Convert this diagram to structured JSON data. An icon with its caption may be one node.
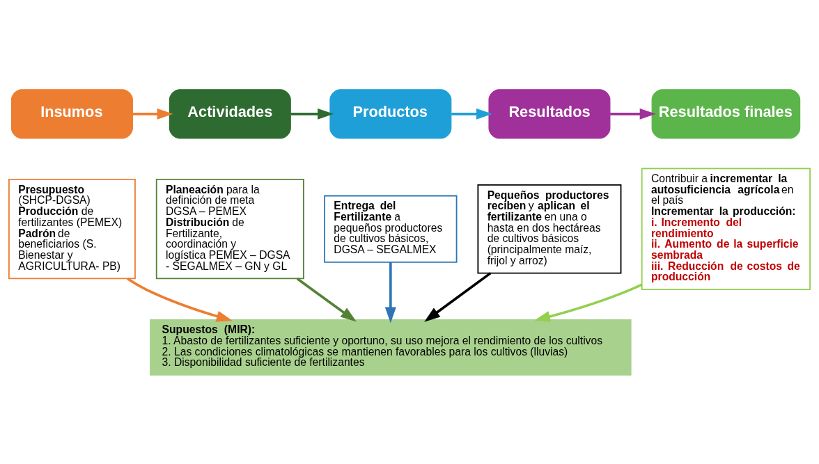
{
  "diagram": {
    "nodes": [
      {
        "text": [
          "Insumos"
        ]
      },
      {
        "text": [
          "Actividades"
        ]
      },
      {
        "text": [
          "Productos"
        ]
      },
      {
        "text": [
          "Resultados"
        ]
      },
      {
        "text": [
          "Resultados finales"
        ]
      },
      {
        "text": [
          "**Presupuesto** (SHCP-DGSA)",
          "**Producción** de fertilizantes (PEMEX)",
          "**Padrón** de beneficiarios (S. Bienestar y AGRICULTURA- PB)"
        ]
      },
      {
        "text": [
          "**Planeación** para la definición de meta DGSA – PEMEX",
          "**Distribución** de Fertilizante, coordinación y logística PEMEX – DGSA - SEGALMEX – GN y GL"
        ]
      },
      {
        "text": [
          "**Entrega del Fertilizante** a pequeños productores de cultivos básicos, DGSA – SEGALMEX"
        ]
      },
      {
        "text": [
          "**Pequeños productores reciben** y **aplican el fertilizante** en una o hasta en dos hectáreas de cultivos básicos (principalmente maíz, frijol y arroz)"
        ]
      },
      {
        "text": [
          "Contribuir a **incrementar la autosuficiencia agrícola** en el país",
          "Incrementar la producción:",
          "i. Incremento del rendimiento",
          "ii. Aumento de la superficie sembrada",
          "iii. Reducción de costos de producción"
        ]
      },
      {
        "text": [
          "Supuestos (MIR):",
          "1. Abasto de fertilizantes suficiente y oportuno, su uso mejora el rendimiento de los cultivos",
          "2. Las condiciones climatológicas se mantienen favorables para los cultivos (lluvias)",
          "3. Disponibilidad suficiente de fertilizantes"
        ]
      }
    ],
    "edges": [
      {
        "from": 0,
        "to": 1,
        "arrow": "to",
        "color": "#ed7d31"
      },
      {
        "from": 1,
        "to": 2,
        "arrow": "to",
        "color": "#2e6b30"
      },
      {
        "from": 2,
        "to": 3,
        "arrow": "to",
        "color": "#1e9fd8"
      },
      {
        "from": 3,
        "to": 4,
        "arrow": "to",
        "color": "#a0309a"
      },
      {
        "from": 5,
        "to": 10,
        "arrow": "to",
        "color": "#ed7d31"
      },
      {
        "from": 6,
        "to": 10,
        "arrow": "to",
        "color": "#548235"
      },
      {
        "from": 7,
        "to": 10,
        "arrow": "to",
        "color": "#2e75b6"
      },
      {
        "from": 8,
        "to": 10,
        "arrow": "to",
        "color": "#000000"
      },
      {
        "from": 9,
        "to": 10,
        "arrow": "to",
        "color": "#92d050"
      }
    ]
  }
}
